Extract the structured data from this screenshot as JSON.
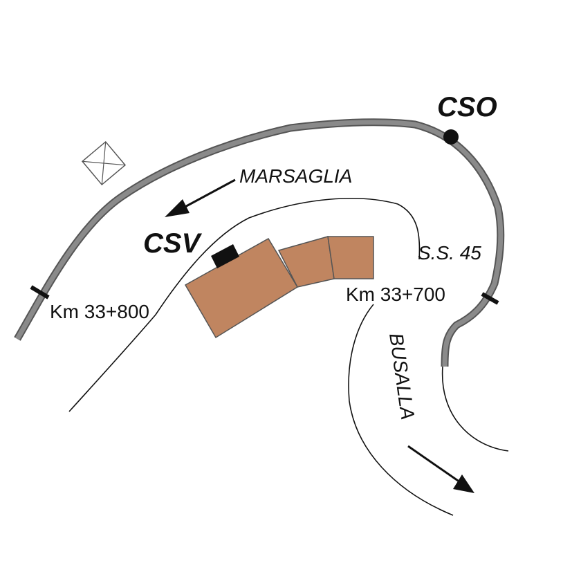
{
  "labels": {
    "cso": "CSO",
    "csv": "CSV",
    "marsaglia": "MARSAGLIA",
    "ss45": "S.S. 45",
    "km_left": "Km 33+800",
    "km_right": "Km 33+700",
    "busalla": "BUSALLA"
  },
  "colors": {
    "road": "#777777",
    "building_fill": "#c08560",
    "building_stroke": "#555555",
    "line": "#111111"
  },
  "icons": {
    "north_symbol": "crossed-square-icon",
    "station_marker": "filled-circle-icon"
  }
}
